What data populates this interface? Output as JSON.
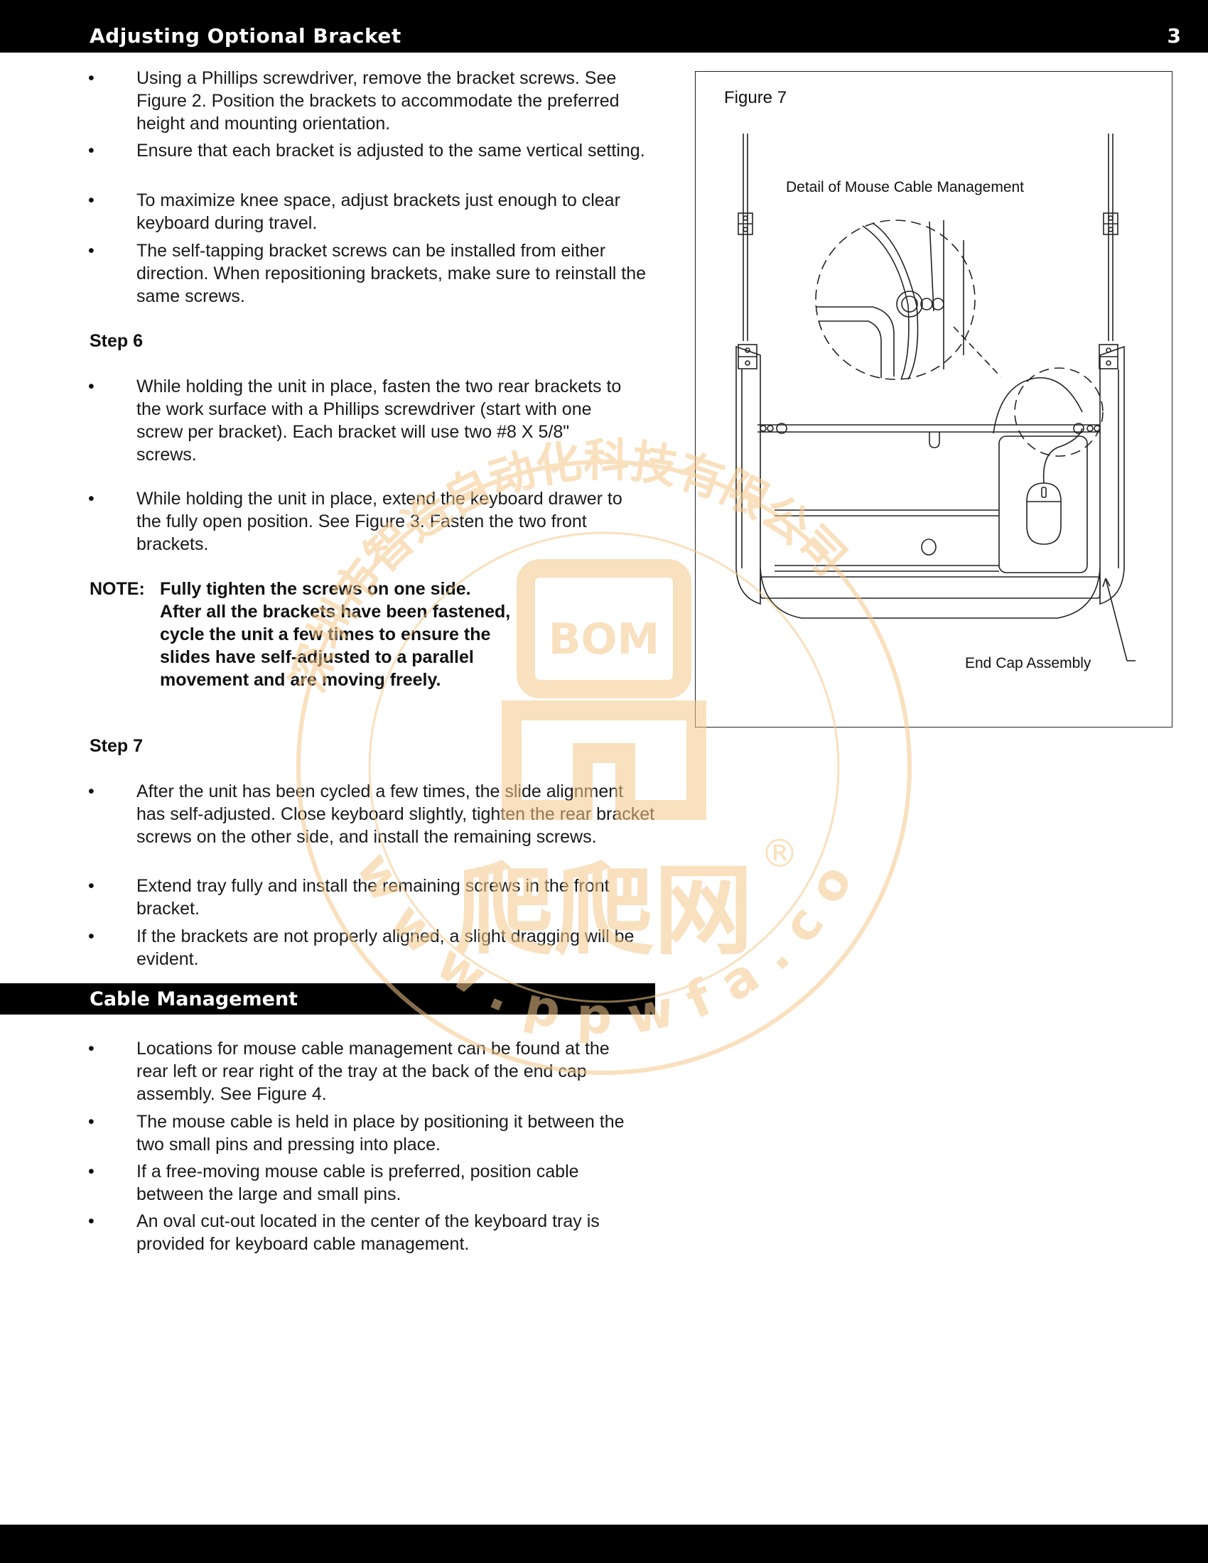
{
  "header": {
    "title": "Adjusting Optional Bracket",
    "page_number": "3"
  },
  "bracket_bullets": [
    "Using a Phillips screwdriver, remove the bracket screws. See Figure 2. Position the brackets to accommodate the preferred height and mounting orientation.",
    "Ensure that each bracket is adjusted to the same vertical setting.",
    "To maximize knee space, adjust brackets just enough to clear keyboard during travel.",
    "The self-tapping bracket screws can be installed from either direction. When repositioning brackets, make sure to reinstall the same screws."
  ],
  "step6": {
    "label": "Step 6",
    "bullets": [
      "While holding the unit in place, fasten the two rear brackets to the work surface with a Phillips screwdriver (start with one screw per bracket). Each bracket will use two #8 X 5/8\" screws.",
      "While holding the unit in place, extend the keyboard drawer to the fully open position. See Figure 3. Fasten the two front brackets."
    ]
  },
  "note": {
    "label": "NOTE:",
    "text": "Fully tighten the screws on one side. After all the brackets have been fastened, cycle the unit a few times to ensure the slides have self-adjusted to a parallel movement and are moving freely."
  },
  "step7": {
    "label": "Step 7",
    "bullets": [
      "After the unit has been cycled a few times, the slide alignment has self-adjusted. Close keyboard slightly, tighten the rear bracket screws on the other side, and install the remaining screws.",
      "Extend tray fully and install the remaining screws in the front bracket.",
      "If the brackets are not properly aligned, a slight dragging will be evident."
    ]
  },
  "cable_management": {
    "title": "Cable Management",
    "bullets": [
      "Locations for mouse cable management can be found at the rear left or rear right of the tray at the back of the end cap assembly. See Figure 4.",
      "The mouse cable is held in place by positioning it between the two small pins and pressing into place.",
      "If a free-moving mouse cable is preferred, position cable between the large and small pins.",
      "An oval cut-out located in the center of the keyboard tray is provided for keyboard cable management."
    ]
  },
  "figure": {
    "label": "Figure 7",
    "detail_label": "Detail of Mouse Cable Management",
    "endcap_label": "End Cap Assembly"
  },
  "watermark": {
    "chinese": "深圳市智造自动化科技有限公司",
    "brand": "BOM",
    "site_cn": "爬爬网",
    "url": "www.ppwfa.com",
    "registered": "®",
    "color": "#f5c88a"
  },
  "bullet_glyph": "•"
}
